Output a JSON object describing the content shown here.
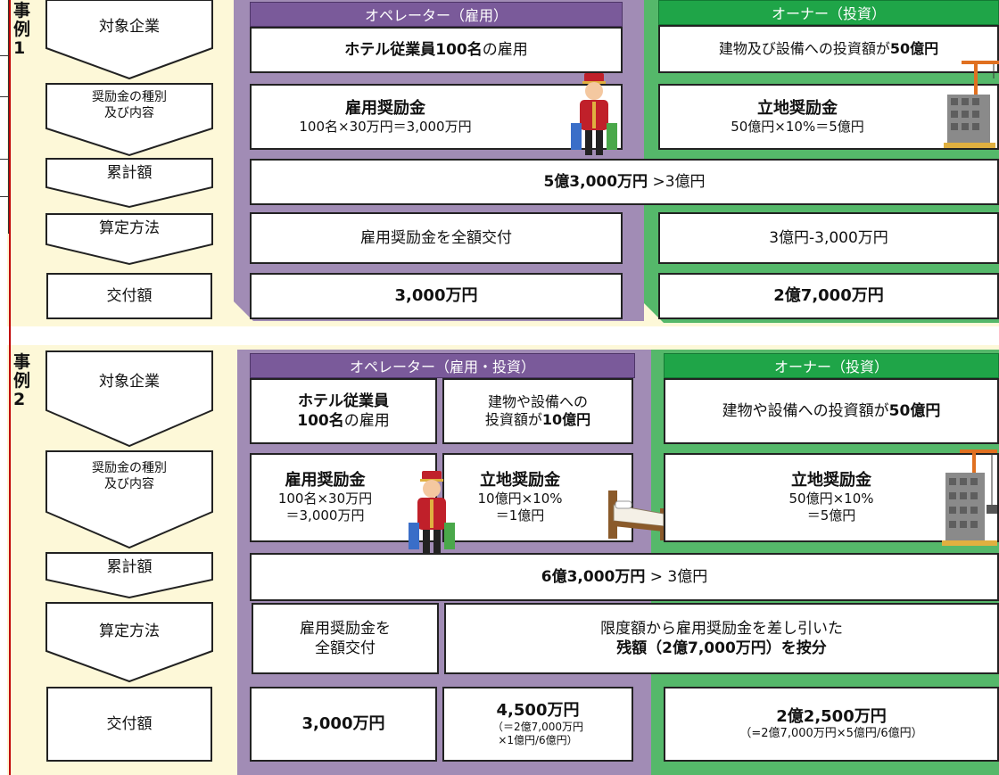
{
  "case1": {
    "label": [
      "事",
      "例",
      "1"
    ],
    "rows": {
      "target": "対象企業",
      "type": [
        "奨励金の種別",
        "及び内容"
      ],
      "cumulative": "累計額",
      "method": "算定方法",
      "amount": "交付額"
    },
    "operator": {
      "header": "オペレーター（雇用）",
      "target": {
        "bold": "ホテル従業員100名",
        "rest": "の雇用"
      },
      "grant_title": "雇用奨励金",
      "grant_calc": "100名×30万円＝3,000万円",
      "method": "雇用奨励金を全額交付",
      "amount": "3,000万円"
    },
    "owner": {
      "header": "オーナー（投資）",
      "target": {
        "rest": "建物及び設備への投資額が",
        "bold": "50億円"
      },
      "grant_title": "立地奨励金",
      "grant_calc": "50億円×10%＝5億円",
      "method": "3億円-3,000万円",
      "amount": "2億7,000万円"
    },
    "cumulative": {
      "bold": "5億3,000万円",
      "rest": " >3億円"
    }
  },
  "case2": {
    "label": [
      "事",
      "例",
      "2"
    ],
    "rows": {
      "target": "対象企業",
      "type": [
        "奨励金の種別",
        "及び内容"
      ],
      "cumulative": "累計額",
      "method": "算定方法",
      "amount": "交付額"
    },
    "operator": {
      "header": "オペレーター（雇用・投資）",
      "target_emp": {
        "bold1": "ホテル従業員",
        "bold2": "100名",
        "rest": "の雇用"
      },
      "target_inv": {
        "line1": "建物や設備への",
        "line2a": "投資額が",
        "line2b": "10億円"
      },
      "grant_emp": {
        "title": "雇用奨励金",
        "l1": "100名×30万円",
        "l2": "＝3,000万円"
      },
      "grant_inv": {
        "title": "立地奨励金",
        "l1": "10億円×10%",
        "l2": "＝1億円"
      },
      "method_emp": [
        "雇用奨励金を",
        "全額交付"
      ],
      "amount_emp": "3,000万円",
      "amount_inv": {
        "main": "4,500万円",
        "l1": "（＝2億7,000万円",
        "l2": "×1億円/6億円）"
      }
    },
    "owner": {
      "header": "オーナー（投資）",
      "target": {
        "rest": "建物や設備への投資額が",
        "bold": "50億円"
      },
      "grant": {
        "title": "立地奨励金",
        "l1": "50億円×10%",
        "l2": "＝5億円"
      },
      "amount": {
        "main": "2億2,500万円",
        "sub": "（=2億7,000万円×5億円/6億円）"
      }
    },
    "cumulative": {
      "bold": "6億3,000万円",
      "rest": " > 3億円"
    },
    "method_shared": {
      "line1": "限度額から雇用奨励金を差し引いた",
      "line2": "残額（2億7,000万円）を按分"
    }
  }
}
